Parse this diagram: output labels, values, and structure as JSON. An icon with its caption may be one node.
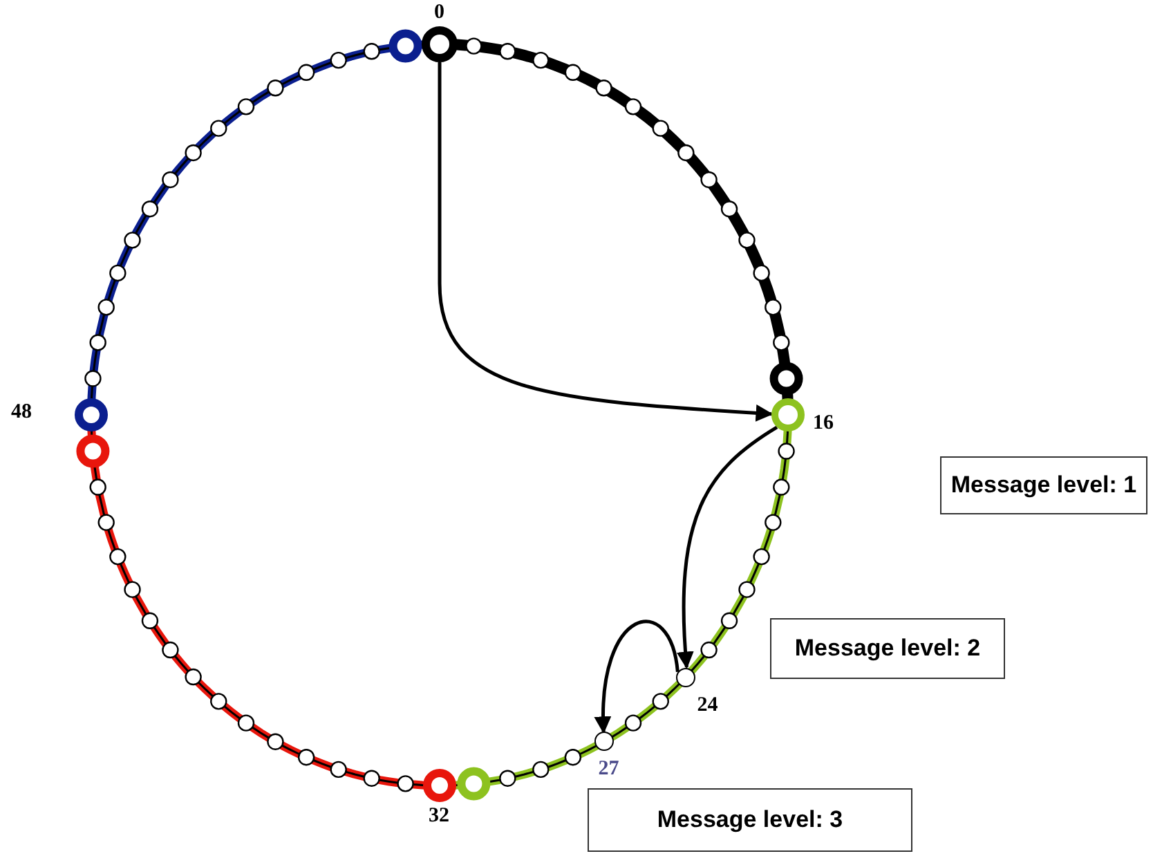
{
  "diagram": {
    "nodes": [
      {
        "text": [],
        "shape": "circle",
        "beside": [
          "0"
        ]
      },
      {
        "text": [],
        "shape": "circle",
        "beside": [
          "16"
        ]
      },
      {
        "text": [],
        "shape": "circle",
        "beside": [
          "24"
        ]
      },
      {
        "text": [],
        "shape": "circle",
        "beside": [
          "27"
        ]
      },
      {
        "text": [
          "Message level: 1"
        ]
      },
      {
        "text": [
          "Message level: 2"
        ]
      },
      {
        "text": [
          "Message level: 3"
        ]
      }
    ],
    "edges": [
      {
        "from": 0,
        "to": 1,
        "arrow": "to"
      },
      {
        "from": 1,
        "to": 2,
        "arrow": "to"
      },
      {
        "from": 2,
        "to": 3,
        "arrow": "to"
      }
    ],
    "labels": [
      "48",
      "32"
    ]
  }
}
